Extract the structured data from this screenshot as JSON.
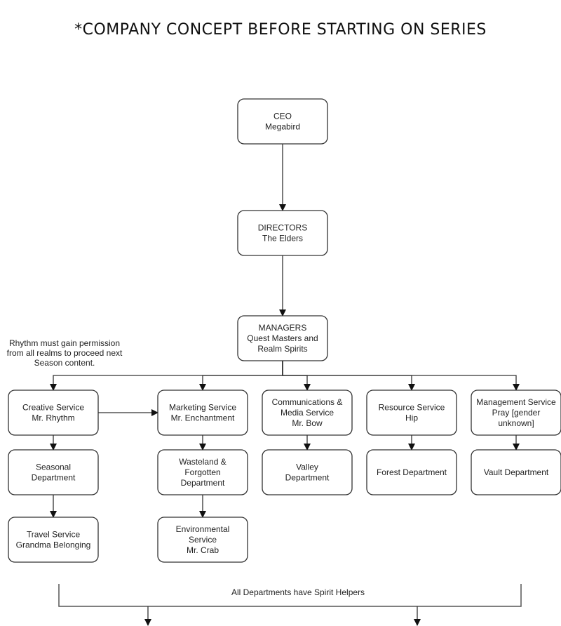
{
  "title": "*COMPANY CONCEPT BEFORE STARTING ON SERIES",
  "colors": {
    "line": "#333333",
    "box_border": "#333333",
    "box_fill": "#ffffff",
    "text": "#222222"
  },
  "nodes": [
    {
      "id": "ceo",
      "lines": [
        "CEO",
        "Megabird"
      ]
    },
    {
      "id": "directors",
      "lines": [
        "DIRECTORS",
        "The Elders"
      ]
    },
    {
      "id": "managers",
      "lines": [
        "MANAGERS",
        "Quest Masters and",
        "Realm Spirits"
      ]
    },
    {
      "id": "creative",
      "lines": [
        "Creative Service",
        "Mr. Rhythm"
      ]
    },
    {
      "id": "marketing",
      "lines": [
        "Marketing Service",
        "Mr. Enchantment"
      ]
    },
    {
      "id": "communications",
      "lines": [
        "Communications &",
        "Media Service",
        "Mr. Bow"
      ]
    },
    {
      "id": "resource",
      "lines": [
        "Resource Service",
        "Hip"
      ]
    },
    {
      "id": "management",
      "lines": [
        "Management Service",
        "Pray [gender",
        "unknown]"
      ]
    },
    {
      "id": "seasonal",
      "lines": [
        "Seasonal",
        "Department"
      ]
    },
    {
      "id": "wasteland",
      "lines": [
        "Wasteland &",
        "Forgotten",
        "Department"
      ]
    },
    {
      "id": "valley",
      "lines": [
        "Valley",
        "Department"
      ]
    },
    {
      "id": "forest",
      "lines": [
        "Forest Department"
      ]
    },
    {
      "id": "vault",
      "lines": [
        "Vault Department"
      ]
    },
    {
      "id": "travel",
      "lines": [
        "Travel Service",
        "Grandma Belonging"
      ]
    },
    {
      "id": "environmental",
      "lines": [
        "Environmental",
        "Service",
        "Mr. Crab"
      ]
    }
  ],
  "edges": [
    {
      "from": "ceo",
      "to": "directors"
    },
    {
      "from": "directors",
      "to": "managers"
    },
    {
      "from": "managers",
      "to": "creative"
    },
    {
      "from": "managers",
      "to": "marketing"
    },
    {
      "from": "managers",
      "to": "communications"
    },
    {
      "from": "managers",
      "to": "resource"
    },
    {
      "from": "managers",
      "to": "management"
    },
    {
      "from": "creative",
      "to": "marketing"
    },
    {
      "from": "creative",
      "to": "seasonal"
    },
    {
      "from": "marketing",
      "to": "wasteland"
    },
    {
      "from": "communications",
      "to": "valley"
    },
    {
      "from": "resource",
      "to": "forest"
    },
    {
      "from": "management",
      "to": "vault"
    },
    {
      "from": "seasonal",
      "to": "travel"
    },
    {
      "from": "wasteland",
      "to": "environmental"
    }
  ],
  "notes": {
    "rhythm_note": [
      "Rhythm must gain permission",
      "from all realms to proceed next",
      "Season content."
    ],
    "bracket_label": "All Departments have Spirit Helpers"
  }
}
